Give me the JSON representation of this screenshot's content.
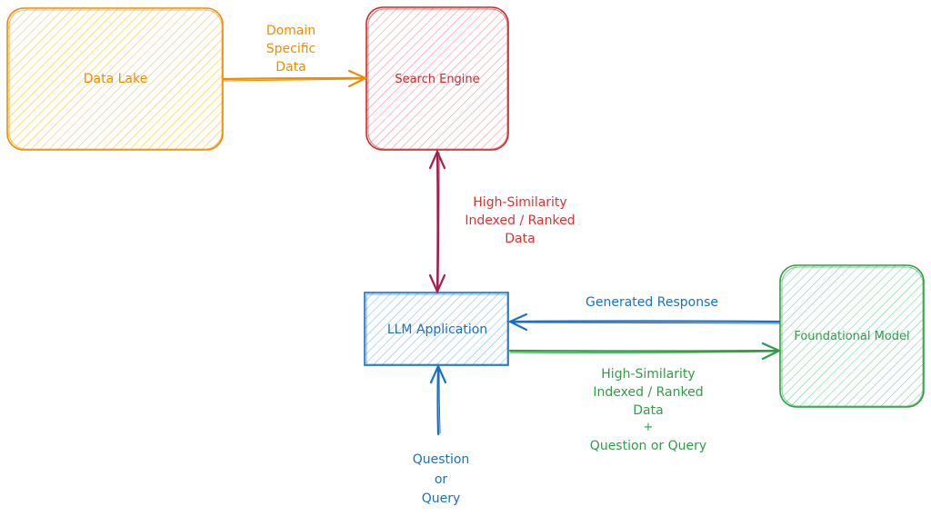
{
  "nodes": {
    "data_lake": {
      "label": "Data Lake",
      "color": "#f08c00",
      "fill": "#ffd43b"
    },
    "search_engine": {
      "label": "Search Engine",
      "color": "#c92a2a",
      "fill": "#ff8787"
    },
    "llm_application": {
      "label": "LLM Application",
      "color": "#1971c2",
      "fill": "#74c0fc"
    },
    "foundational_model": {
      "label": "Foundational Model",
      "color": "#2f9e44",
      "fill": "#8ce99a"
    }
  },
  "edges": {
    "domain_data": {
      "lines": [
        "Domain",
        "Specific",
        "Data"
      ],
      "color": "#f08c00"
    },
    "similarity_data": {
      "lines": [
        "High-Similarity",
        "Indexed / Ranked",
        "Data"
      ],
      "color": "#e03131",
      "arrow_color": "#a61e4d"
    },
    "generated_response": {
      "label": "Generated Response",
      "color": "#1971c2"
    },
    "to_model": {
      "lines": [
        "High-Similarity",
        "Indexed / Ranked",
        "Data",
        "+",
        "Question or Query"
      ],
      "color": "#2f9e44"
    },
    "question": {
      "lines": [
        "Question",
        "or",
        "Query"
      ],
      "color": "#1971c2"
    }
  }
}
